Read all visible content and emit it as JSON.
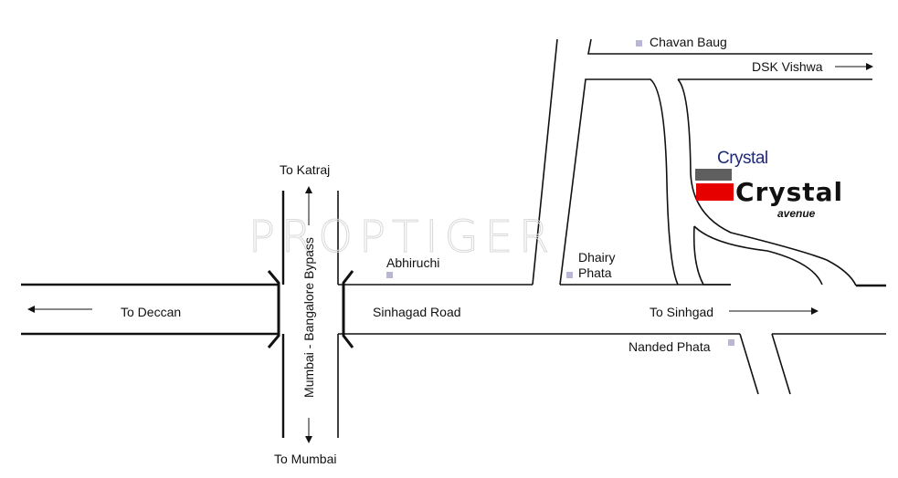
{
  "watermark": "PROPTIGER",
  "colors": {
    "road_line": "#111111",
    "marker": "#b8b8d6",
    "logo_blue": "#1f2a78",
    "project_gray": "#5f5f5f",
    "project_red": "#e60000"
  },
  "roads": {
    "main_road": "Sinhagad Road",
    "bypass": "Mumbai - Bangalore Bypass"
  },
  "directions": {
    "to_katraj": "To Katraj",
    "to_mumbai": "To Mumbai",
    "to_deccan": "To Deccan",
    "to_sinhgad": "To Sinhgad",
    "dsk_vishwa": "DSK Vishwa"
  },
  "landmarks": [
    {
      "name": "Abhiruchi"
    },
    {
      "name": "Dhairy Phata",
      "line1": "Dhairy",
      "line2": "Phata"
    },
    {
      "name": "Chavan Baug"
    },
    {
      "name": "Nanded Phata"
    }
  ],
  "project": {
    "brand": "Crystal",
    "name_big": "Crystal",
    "name_sub": "avenue"
  }
}
